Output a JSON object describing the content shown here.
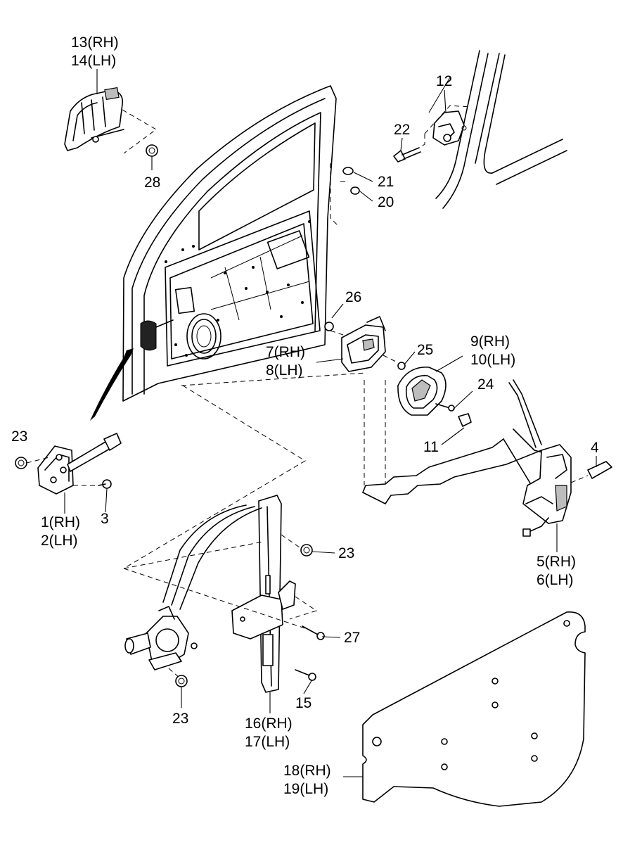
{
  "labels": {
    "p13_14": [
      "13(RH)",
      "14(LH)"
    ],
    "p28": "28",
    "p12": "12",
    "p22": "22",
    "p21": "21",
    "p20": "20",
    "p26": "26",
    "p7_8": [
      "7(RH)",
      "8(LH)"
    ],
    "p25": "25",
    "p9_10": [
      "9(RH)",
      "10(LH)"
    ],
    "p24": "24",
    "p11": "11",
    "p4": "4",
    "p5_6": [
      "5(RH)",
      "6(LH)"
    ],
    "p23a": "23",
    "p1_2": [
      "1(RH)",
      "2(LH)"
    ],
    "p3": "3",
    "p23b": "23",
    "p27": "27",
    "p15": "15",
    "p23c": "23",
    "p16_17": [
      "16(RH)",
      "17(LH)"
    ],
    "p18_19": [
      "18(RH)",
      "19(LH)"
    ]
  }
}
